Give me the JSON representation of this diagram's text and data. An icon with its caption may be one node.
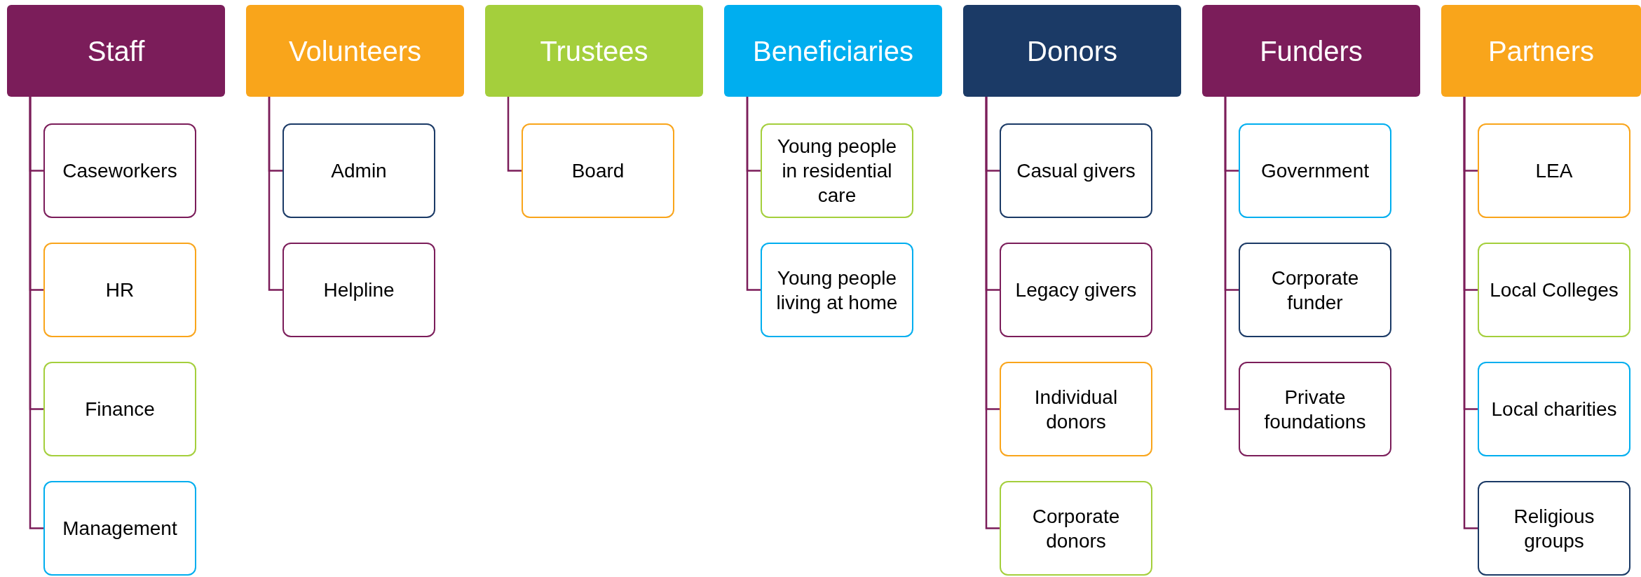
{
  "diagram": {
    "nodes": [
      {
        "text": [
          "Staff"
        ]
      },
      {
        "text": [
          "Caseworkers"
        ]
      },
      {
        "text": [
          "HR"
        ]
      },
      {
        "text": [
          "Finance"
        ]
      },
      {
        "text": [
          "Management"
        ]
      },
      {
        "text": [
          "Volunteers"
        ]
      },
      {
        "text": [
          "Admin"
        ]
      },
      {
        "text": [
          "Helpline"
        ]
      },
      {
        "text": [
          "Trustees"
        ]
      },
      {
        "text": [
          "Board"
        ]
      },
      {
        "text": [
          "Beneficiaries"
        ]
      },
      {
        "text": [
          "Young people in residential care"
        ]
      },
      {
        "text": [
          "Young people living at home"
        ]
      },
      {
        "text": [
          "Donors"
        ]
      },
      {
        "text": [
          "Casual givers"
        ]
      },
      {
        "text": [
          "Legacy givers"
        ]
      },
      {
        "text": [
          "Individual donors"
        ]
      },
      {
        "text": [
          "Corporate donors"
        ]
      },
      {
        "text": [
          "Funders"
        ]
      },
      {
        "text": [
          "Government"
        ]
      },
      {
        "text": [
          "Corporate funder"
        ]
      },
      {
        "text": [
          "Private foundations"
        ]
      },
      {
        "text": [
          "Partners"
        ]
      },
      {
        "text": [
          "LEA"
        ]
      },
      {
        "text": [
          "Local Colleges"
        ]
      },
      {
        "text": [
          "Local charities"
        ]
      },
      {
        "text": [
          "Religious groups"
        ]
      }
    ],
    "edges": [
      {
        "from": 0,
        "to": 1,
        "arrow": "none"
      },
      {
        "from": 0,
        "to": 2,
        "arrow": "none"
      },
      {
        "from": 0,
        "to": 3,
        "arrow": "none"
      },
      {
        "from": 0,
        "to": 4,
        "arrow": "none"
      },
      {
        "from": 5,
        "to": 6,
        "arrow": "none"
      },
      {
        "from": 5,
        "to": 7,
        "arrow": "none"
      },
      {
        "from": 8,
        "to": 9,
        "arrow": "none"
      },
      {
        "from": 10,
        "to": 11,
        "arrow": "none"
      },
      {
        "from": 10,
        "to": 12,
        "arrow": "none"
      },
      {
        "from": 13,
        "to": 14,
        "arrow": "none"
      },
      {
        "from": 13,
        "to": 15,
        "arrow": "none"
      },
      {
        "from": 13,
        "to": 16,
        "arrow": "none"
      },
      {
        "from": 13,
        "to": 17,
        "arrow": "none"
      },
      {
        "from": 18,
        "to": 19,
        "arrow": "none"
      },
      {
        "from": 18,
        "to": 20,
        "arrow": "none"
      },
      {
        "from": 18,
        "to": 21,
        "arrow": "none"
      },
      {
        "from": 22,
        "to": 23,
        "arrow": "none"
      },
      {
        "from": 22,
        "to": 24,
        "arrow": "none"
      },
      {
        "from": 22,
        "to": 25,
        "arrow": "none"
      },
      {
        "from": 22,
        "to": 26,
        "arrow": "none"
      }
    ]
  }
}
